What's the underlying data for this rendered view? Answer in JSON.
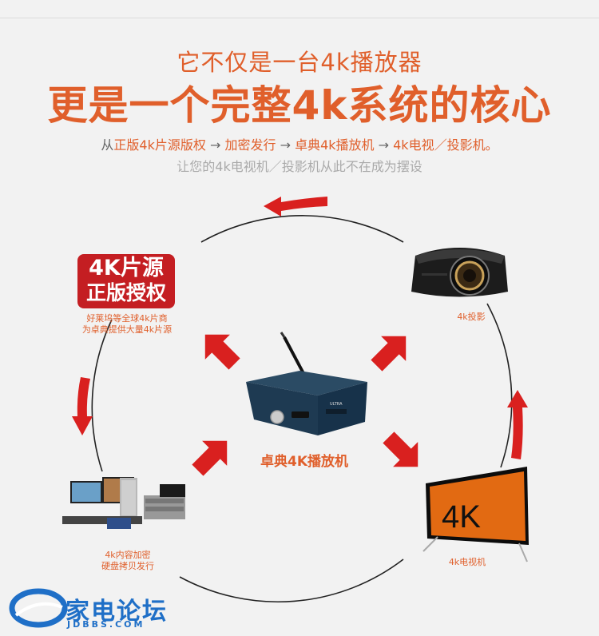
{
  "headline": {
    "line1": "它不仅是一台4k播放器",
    "line2": "更是一个完整4k系统的核心"
  },
  "flow": {
    "prefix": "从",
    "step1": "正版4k片源版权",
    "step2": "加密发行",
    "step3": "卓典4k播放机",
    "step4": "4k电视／投影机。",
    "arrow": "→"
  },
  "subline": "让您的4k电视机／投影机从此不在成为摆设",
  "nodes": {
    "badge_line1": "4K片源",
    "badge_line2": "正版授权",
    "source_desc_1": "好莱坞等全球4k片商",
    "source_desc_2": "为卓典提供大量4k片源",
    "projector_label": "4k投影",
    "center_label": "卓典4K播放机",
    "tv_label": "4k电视机",
    "tv_screen_text": "4K",
    "encrypt_line1": "4k内容加密",
    "encrypt_line2": "硬盘拷贝发行",
    "device_face_text": "ULTRA"
  },
  "watermark": {
    "name": "家电论坛",
    "domain": "JDBBS.COM"
  },
  "colors": {
    "accent_orange": "#e05f2b",
    "arrow_red": "#d9201f",
    "badge_red": "#c41e22",
    "logo_blue": "#1f6fc7"
  }
}
